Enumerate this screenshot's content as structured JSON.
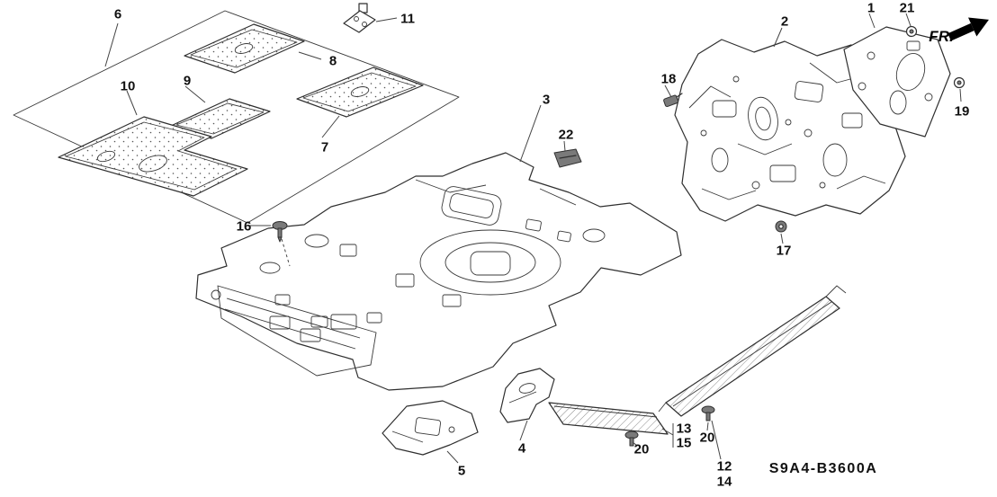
{
  "diagram": {
    "code": "S9A4-B3600A",
    "fr_label": "FR."
  },
  "callouts": {
    "c1": "1",
    "c2": "2",
    "c3": "3",
    "c4": "4",
    "c5": "5",
    "c6": "6",
    "c7": "7",
    "c8": "8",
    "c9": "9",
    "c10": "10",
    "c11": "11",
    "c12": "12",
    "c13": "13",
    "c14": "14",
    "c15": "15",
    "c16": "16",
    "c17": "17",
    "c18": "18",
    "c19": "19",
    "c20a": "20",
    "c20b": "20",
    "c21": "21",
    "c22": "22"
  }
}
